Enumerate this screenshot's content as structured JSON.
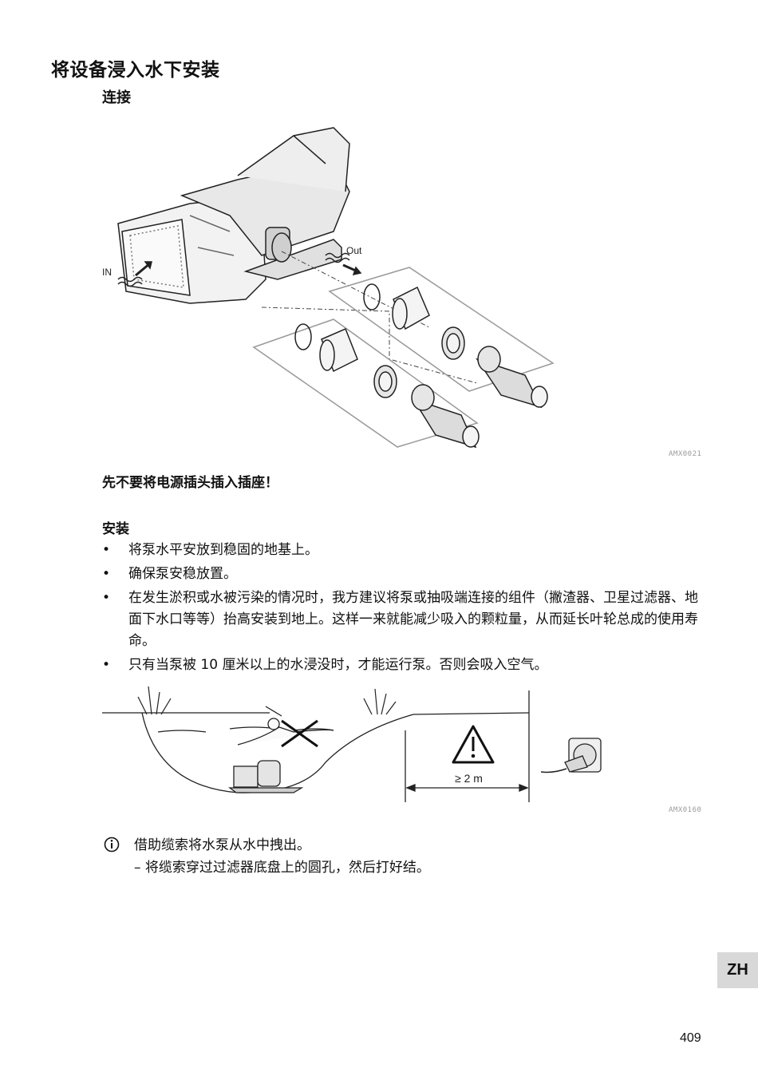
{
  "heading": "将设备浸入水下安装",
  "section_connect": "连接",
  "figure1": {
    "code": "AMX0021",
    "label_in": "IN",
    "label_out": "Out"
  },
  "warning": "先不要将电源插头插入插座！",
  "section_install": "安装",
  "bullets": [
    "将泵水平安放到稳固的地基上。",
    "确保泵安稳放置。",
    "在发生淤积或水被污染的情况时，我方建议将泵或抽吸端连接的组件（撇渣器、卫星过滤器、地面下水口等等）抬高安装到地上。这样一来就能减少吸入的颗粒量，从而延长叶轮总成的使用寿命。",
    "只有当泵被 10 厘米以上的水浸没时，才能运行泵。否则会吸入空气。"
  ],
  "figure2": {
    "code": "AMX0160",
    "distance": "≥ 2 m"
  },
  "info": {
    "icon": "info-icon",
    "text": "借助缆索将水泵从水中拽出。",
    "subtext": "– 将缆索穿过过滤器底盘上的圆孔，然后打好结。"
  },
  "language_tab": "ZH",
  "page_number": "409"
}
